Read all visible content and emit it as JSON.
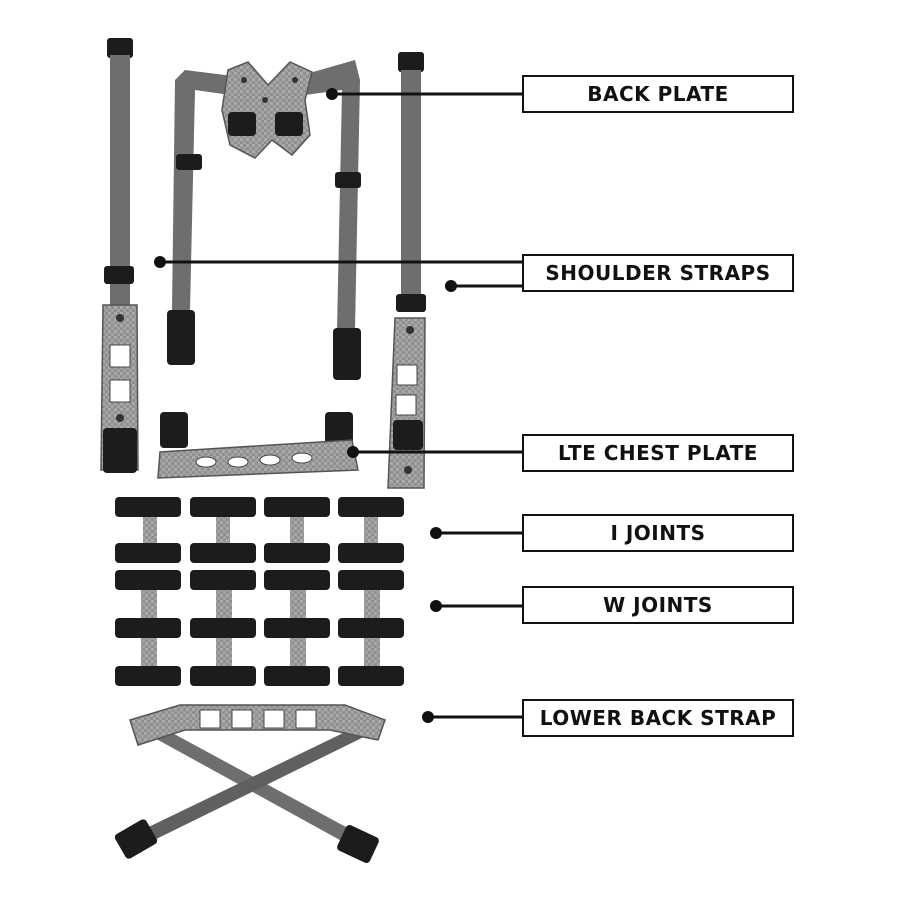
{
  "labels": {
    "back_plate": "BACK PLATE",
    "shoulder_straps": "SHOULDER STRAPS",
    "lte_chest_plate": "LTE CHEST PLATE",
    "i_joints": "I JOINTS",
    "w_joints": "W JOINTS",
    "lower_back_strap": "LOWER BACK STRAP"
  },
  "colors": {
    "strap": "#6d6e70",
    "strap_dark": "#4f5052",
    "plate": "#8e8f91",
    "plate_light": "#b4b5b7",
    "hardware": "#1c1c1c",
    "leader": "#111111"
  }
}
